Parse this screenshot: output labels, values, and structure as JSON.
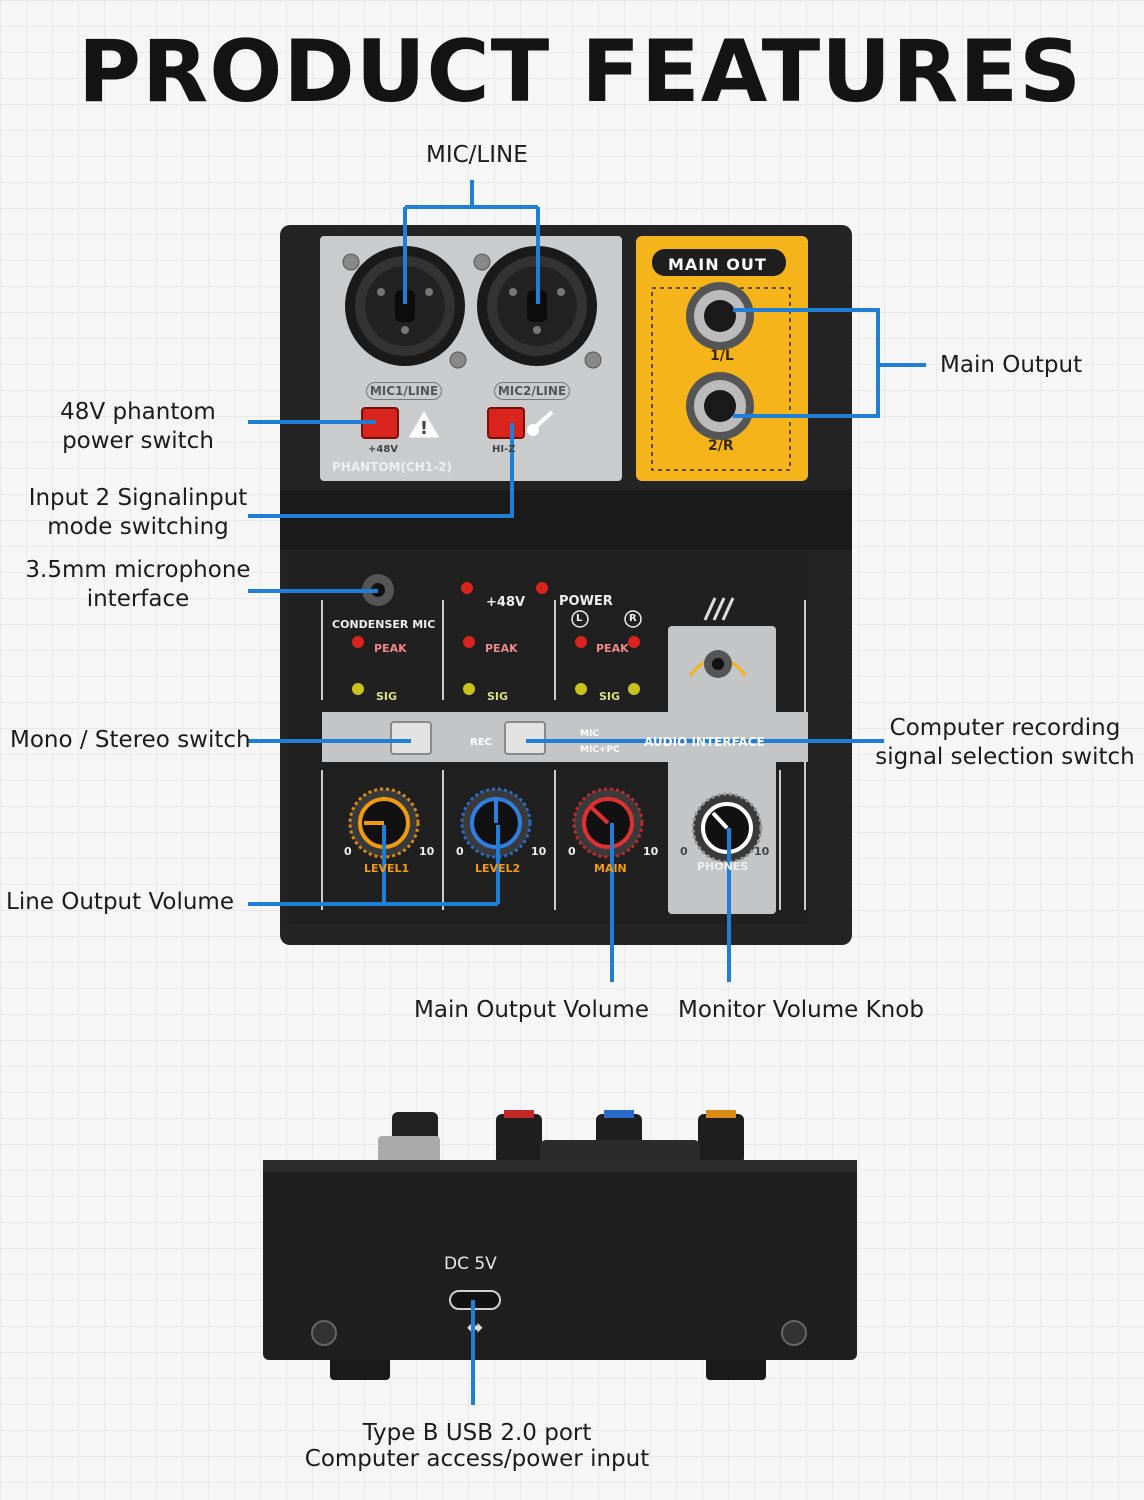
{
  "title": "PRODUCT FEATURES",
  "colors": {
    "callout_line": "#1f7fd6",
    "panel": "#242424",
    "face_grey": "#c9cbcd",
    "out_yellow": "#f4b41a",
    "led_red": "#d8241c",
    "led_yellow": "#c9c21a"
  },
  "callouts": {
    "mic_line": "MIC/LINE",
    "main_output": "Main Output",
    "phantom": [
      "48V phantom",
      "power switch"
    ],
    "input2": [
      "Input 2 Signalinput",
      "mode switching"
    ],
    "mic35": [
      "3.5mm microphone",
      "interface"
    ],
    "mono_stereo": "Mono / Stereo switch",
    "rec_select": [
      "Computer recording",
      "signal selection switch"
    ],
    "line_vol": "Line Output Volume",
    "main_vol": "Main Output Volume",
    "monitor_vol": "Monitor Volume Knob",
    "usb": [
      "Type B USB 2.0 port",
      "Computer access/power input"
    ]
  },
  "device": {
    "main_out": "MAIN  OUT",
    "out1": "1/L",
    "out2": "2/R",
    "mic1": "MIC1/LINE",
    "mic2": "MIC2/LINE",
    "plus48_small": "+48V",
    "hiz": "HI-Z",
    "phantom": "PHANTOM(CH1-2)",
    "plus48": "+48V",
    "power": "POWER",
    "L": "L",
    "R": "R",
    "condenser": "CONDENSER MIC",
    "peak": "PEAK",
    "sig": "SIG",
    "rec": "REC",
    "mic": "MIC",
    "micpc": "MIC+PC",
    "audio_if": "AUDIO INTERFACE",
    "zero": "0",
    "ten": "10",
    "level1": "LEVEL1",
    "level2": "LEVEL2",
    "main": "MAIN",
    "phones": "PHONES",
    "dc5v": "DC 5V"
  }
}
